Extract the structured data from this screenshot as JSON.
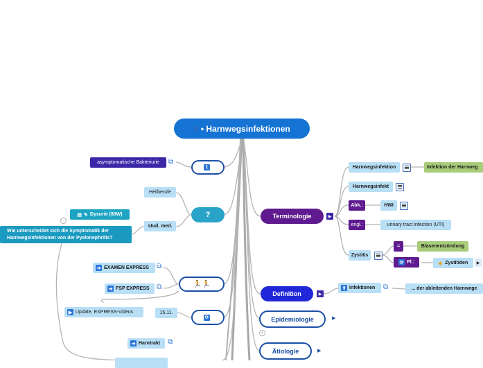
{
  "root": {
    "icon": "target-icon",
    "title": "• Harnwegsinfektionen"
  },
  "left": {
    "bacteriuria_label": "asymptomatische Bakteriurie",
    "question_mark": "?",
    "heilberufe": "Heilberufe",
    "stud_med": "stud. med.",
    "dysurie": "Dysurie (80W)",
    "question_text": "Wie unterscheidet sich die Symptomatik der Harnwegsinfektionen von der Pyelonephritis?",
    "examen_express": "EXAMEN EXPRESS",
    "fsp_express": "FSP EXPRESS",
    "update_videos": "Update, EXPRESS-Videos",
    "date": "15.11.",
    "harntrakt": "Harntrakt"
  },
  "terminology": {
    "title": "Terminologie",
    "harnwegsinfektion": "Harnwegsinfektion",
    "harnwegsinfektion_def": "Infektion der Harnweg",
    "harnwegsinfekt": "Harnwegsinfekt",
    "abk_label": "Abk.:",
    "abk_value": "HWI",
    "engl_label": "engl.:",
    "engl_value": "urinary tract infection (UTI)",
    "zystitis": "Zystitis",
    "equals": "=",
    "blasen": "Blasenentzündung",
    "pl_label": "Pl.:",
    "zystitiden": "Zystitiden"
  },
  "definition": {
    "title": "Definition",
    "infektionen": "Infektionen",
    "harnwege": "... der ableitenden Harnwege"
  },
  "epidemiologie": {
    "title": "Epidemiologie"
  },
  "aetiologie": {
    "title": "Ätiologie"
  },
  "colors": {
    "root": "#1473d3",
    "purple": "#5f1a8f",
    "blue": "#2027d8",
    "link": "#b0b0b0"
  }
}
